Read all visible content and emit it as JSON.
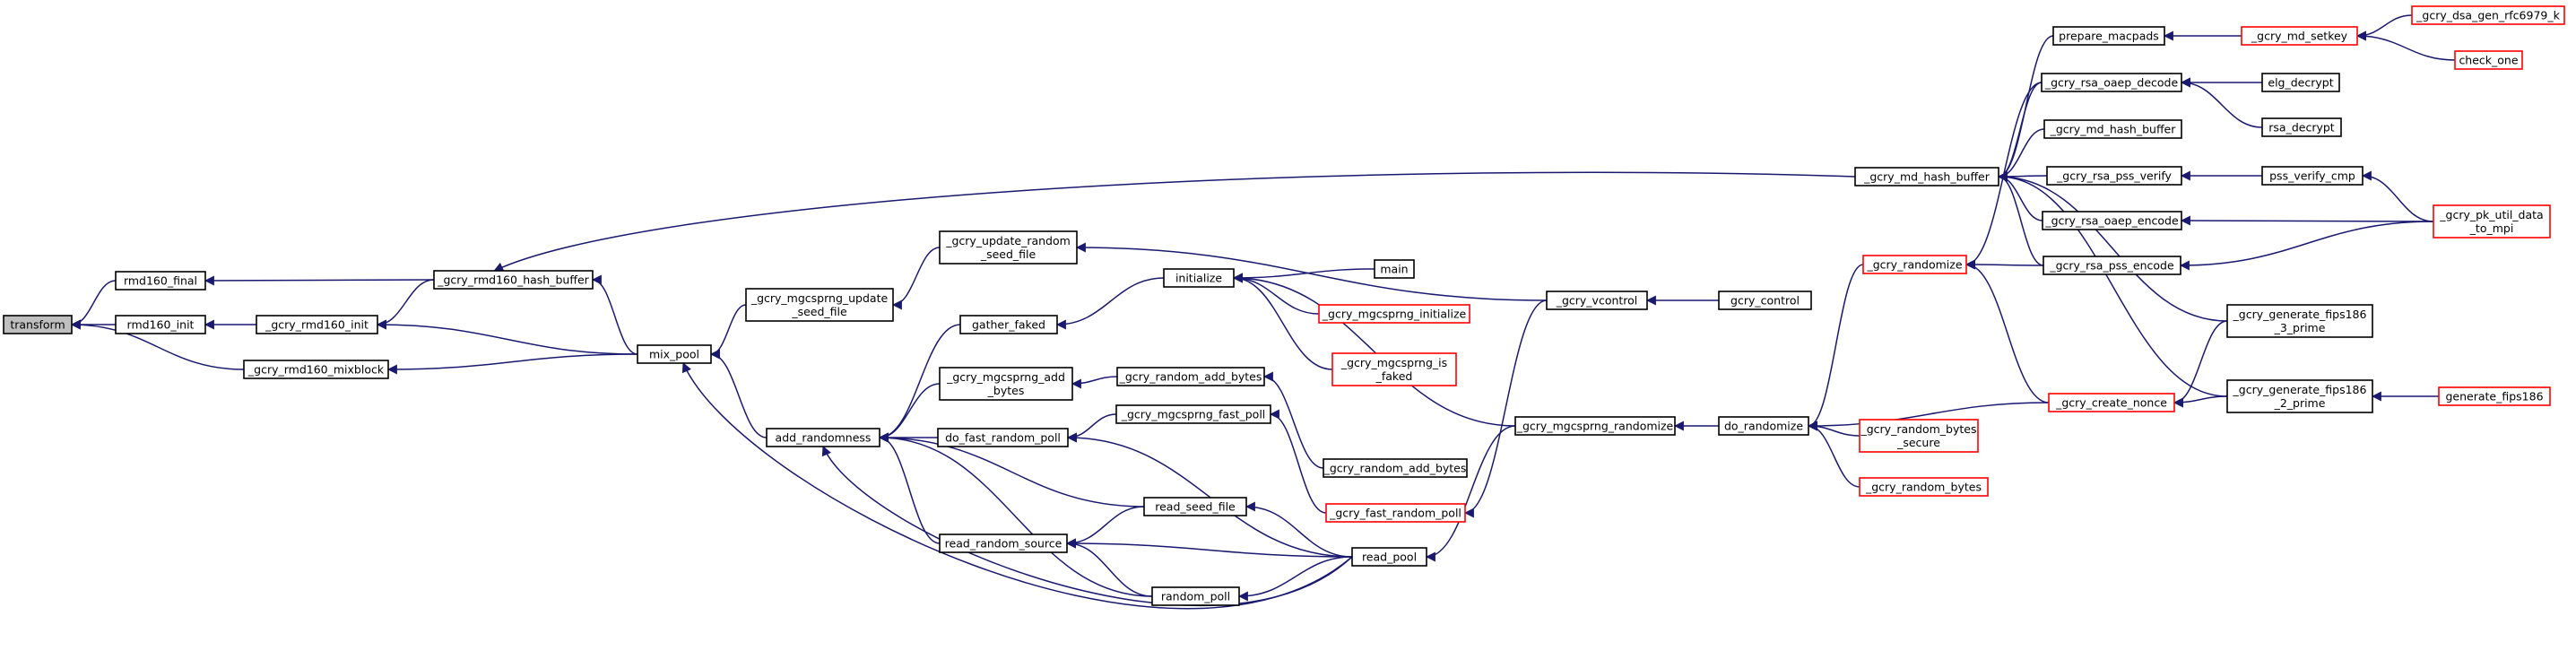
{
  "colors": {
    "root_fill": "#bfbfbf",
    "node_fill": "#ffffff",
    "normal_border": "#000000",
    "truncated_border": "#ff0000",
    "edge": "#191970"
  },
  "nodes": [
    {
      "id": "transform",
      "lines": [
        "transform"
      ],
      "root": true
    },
    {
      "id": "rmd160_final",
      "lines": [
        "rmd160_final"
      ]
    },
    {
      "id": "rmd160_init",
      "lines": [
        "rmd160_init"
      ]
    },
    {
      "id": "gcry_rmd160_mixblock",
      "lines": [
        "_gcry_rmd160_mixblock"
      ]
    },
    {
      "id": "gcry_rmd160_hash_buffer",
      "lines": [
        "_gcry_rmd160_hash_buffer"
      ]
    },
    {
      "id": "gcry_rmd160_init",
      "lines": [
        "_gcry_rmd160_init"
      ]
    },
    {
      "id": "mix_pool",
      "lines": [
        "mix_pool"
      ]
    },
    {
      "id": "gcry_mgcsprng_update_seed_file",
      "lines": [
        "_gcry_mgcsprng_update",
        "_seed_file"
      ]
    },
    {
      "id": "gcry_update_random_seed_file",
      "lines": [
        "_gcry_update_random",
        "_seed_file"
      ]
    },
    {
      "id": "add_randomness",
      "lines": [
        "add_randomness"
      ]
    },
    {
      "id": "gather_faked",
      "lines": [
        "gather_faked"
      ]
    },
    {
      "id": "gcry_mgcsprng_add_bytes",
      "lines": [
        "_gcry_mgcsprng_add",
        "_bytes"
      ]
    },
    {
      "id": "do_fast_random_poll",
      "lines": [
        "do_fast_random_poll"
      ]
    },
    {
      "id": "read_random_source",
      "lines": [
        "read_random_source"
      ]
    },
    {
      "id": "read_seed_file",
      "lines": [
        "read_seed_file"
      ]
    },
    {
      "id": "random_poll",
      "lines": [
        "random_poll"
      ]
    },
    {
      "id": "read_pool",
      "lines": [
        "read_pool"
      ]
    },
    {
      "id": "initialize",
      "lines": [
        "initialize"
      ]
    },
    {
      "id": "main",
      "lines": [
        "main"
      ]
    },
    {
      "id": "gcry_mgcsprng_initialize",
      "lines": [
        "_gcry_mgcsprng_initialize"
      ],
      "truncated": true
    },
    {
      "id": "gcry_mgcsprng_is_faked",
      "lines": [
        "_gcry_mgcsprng_is",
        "_faked"
      ],
      "truncated": true
    },
    {
      "id": "gcry_random_add_bytes1",
      "lines": [
        "_gcry_random_add_bytes"
      ]
    },
    {
      "id": "gcry_mgcsprng_fast_poll",
      "lines": [
        "_gcry_mgcsprng_fast_poll"
      ]
    },
    {
      "id": "gcry_random_add_bytes2",
      "lines": [
        "_gcry_random_add_bytes"
      ]
    },
    {
      "id": "gcry_fast_random_poll",
      "lines": [
        "_gcry_fast_random_poll"
      ],
      "truncated": true
    },
    {
      "id": "gcry_vcontrol",
      "lines": [
        "_gcry_vcontrol"
      ]
    },
    {
      "id": "gcry_control",
      "lines": [
        "gcry_control"
      ]
    },
    {
      "id": "gcry_mgcsprng_randomize",
      "lines": [
        "_gcry_mgcsprng_randomize"
      ]
    },
    {
      "id": "do_randomize",
      "lines": [
        "do_randomize"
      ]
    },
    {
      "id": "gcry_randomize",
      "lines": [
        "_gcry_randomize"
      ],
      "truncated": true
    },
    {
      "id": "gcry_random_bytes_secure",
      "lines": [
        "_gcry_random_bytes",
        "_secure"
      ],
      "truncated": true
    },
    {
      "id": "gcry_random_bytes",
      "lines": [
        "_gcry_random_bytes"
      ],
      "truncated": true
    },
    {
      "id": "gcry_md_hash_buffer",
      "lines": [
        "_gcry_md_hash_buffer"
      ]
    },
    {
      "id": "prepare_macpads",
      "lines": [
        "prepare_macpads"
      ]
    },
    {
      "id": "gcry_md_setkey",
      "lines": [
        "_gcry_md_setkey"
      ],
      "truncated": true
    },
    {
      "id": "gcry_dsa_gen_rfc6979_k",
      "lines": [
        "_gcry_dsa_gen_rfc6979_k"
      ],
      "truncated": true
    },
    {
      "id": "check_one",
      "lines": [
        "check_one"
      ],
      "truncated": true
    },
    {
      "id": "gcry_rsa_oaep_decode",
      "lines": [
        "_gcry_rsa_oaep_decode"
      ]
    },
    {
      "id": "elg_decrypt",
      "lines": [
        "elg_decrypt"
      ]
    },
    {
      "id": "rsa_decrypt",
      "lines": [
        "rsa_decrypt"
      ]
    },
    {
      "id": "gcry_md_hash_buffer2",
      "lines": [
        "_gcry_md_hash_buffer"
      ]
    },
    {
      "id": "gcry_rsa_pss_verify",
      "lines": [
        "_gcry_rsa_pss_verify"
      ]
    },
    {
      "id": "pss_verify_cmp",
      "lines": [
        "pss_verify_cmp"
      ]
    },
    {
      "id": "gcry_rsa_oaep_encode",
      "lines": [
        "_gcry_rsa_oaep_encode"
      ]
    },
    {
      "id": "gcry_pk_util_data_to_mpi",
      "lines": [
        "_gcry_pk_util_data",
        "_to_mpi"
      ],
      "truncated": true
    },
    {
      "id": "gcry_rsa_pss_encode",
      "lines": [
        "_gcry_rsa_pss_encode"
      ]
    },
    {
      "id": "gcry_create_nonce",
      "lines": [
        "_gcry_create_nonce"
      ],
      "truncated": true
    },
    {
      "id": "gcry_generate_fips186_3_prime",
      "lines": [
        "_gcry_generate_fips186",
        "_3_prime"
      ]
    },
    {
      "id": "gcry_generate_fips186_2_prime",
      "lines": [
        "_gcry_generate_fips186",
        "_2_prime"
      ]
    },
    {
      "id": "generate_fips186",
      "lines": [
        "generate_fips186"
      ],
      "truncated": true
    }
  ],
  "edges": [
    {
      "from": "transform",
      "to": "rmd160_final"
    },
    {
      "from": "transform",
      "to": "rmd160_init"
    },
    {
      "from": "transform",
      "to": "gcry_rmd160_mixblock"
    },
    {
      "from": "rmd160_final",
      "to": "gcry_rmd160_hash_buffer"
    },
    {
      "from": "rmd160_init",
      "to": "gcry_rmd160_init"
    },
    {
      "from": "gcry_rmd160_init",
      "to": "gcry_rmd160_hash_buffer"
    },
    {
      "from": "gcry_rmd160_init",
      "to": "mix_pool"
    },
    {
      "from": "gcry_rmd160_mixblock",
      "to": "mix_pool"
    },
    {
      "from": "gcry_rmd160_hash_buffer",
      "to": "mix_pool"
    },
    {
      "from": "gcry_rmd160_hash_buffer",
      "to": "gcry_md_hash_buffer"
    },
    {
      "from": "mix_pool",
      "to": "gcry_mgcsprng_update_seed_file"
    },
    {
      "from": "mix_pool",
      "to": "add_randomness"
    },
    {
      "from": "mix_pool",
      "to": "read_pool"
    },
    {
      "from": "gcry_mgcsprng_update_seed_file",
      "to": "gcry_update_random_seed_file"
    },
    {
      "from": "gcry_update_random_seed_file",
      "to": "gcry_vcontrol"
    },
    {
      "from": "add_randomness",
      "to": "gather_faked"
    },
    {
      "from": "add_randomness",
      "to": "gcry_mgcsprng_add_bytes"
    },
    {
      "from": "add_randomness",
      "to": "do_fast_random_poll"
    },
    {
      "from": "add_randomness",
      "to": "read_random_source"
    },
    {
      "from": "add_randomness",
      "to": "read_seed_file"
    },
    {
      "from": "add_randomness",
      "to": "random_poll"
    },
    {
      "from": "add_randomness",
      "to": "read_pool"
    },
    {
      "from": "gather_faked",
      "to": "initialize"
    },
    {
      "from": "gcry_mgcsprng_add_bytes",
      "to": "gcry_random_add_bytes1"
    },
    {
      "from": "do_fast_random_poll",
      "to": "gcry_mgcsprng_fast_poll"
    },
    {
      "from": "do_fast_random_poll",
      "to": "read_pool"
    },
    {
      "from": "read_random_source",
      "to": "read_seed_file"
    },
    {
      "from": "read_random_source",
      "to": "random_poll"
    },
    {
      "from": "read_random_source",
      "to": "read_pool"
    },
    {
      "from": "read_seed_file",
      "to": "read_pool"
    },
    {
      "from": "random_poll",
      "to": "read_pool"
    },
    {
      "from": "initialize",
      "to": "main"
    },
    {
      "from": "initialize",
      "to": "gcry_mgcsprng_initialize"
    },
    {
      "from": "initialize",
      "to": "gcry_mgcsprng_is_faked"
    },
    {
      "from": "initialize",
      "to": "gcry_mgcsprng_randomize"
    },
    {
      "from": "gcry_random_add_bytes1",
      "to": "gcry_random_add_bytes2"
    },
    {
      "from": "gcry_mgcsprng_fast_poll",
      "to": "gcry_fast_random_poll"
    },
    {
      "from": "read_pool",
      "to": "gcry_mgcsprng_randomize"
    },
    {
      "from": "gcry_fast_random_poll",
      "to": "gcry_vcontrol"
    },
    {
      "from": "gcry_vcontrol",
      "to": "gcry_control"
    },
    {
      "from": "gcry_mgcsprng_randomize",
      "to": "do_randomize"
    },
    {
      "from": "do_randomize",
      "to": "gcry_randomize"
    },
    {
      "from": "do_randomize",
      "to": "gcry_create_nonce"
    },
    {
      "from": "do_randomize",
      "to": "gcry_random_bytes_secure"
    },
    {
      "from": "do_randomize",
      "to": "gcry_random_bytes"
    },
    {
      "from": "gcry_randomize",
      "to": "gcry_rsa_oaep_decode"
    },
    {
      "from": "gcry_randomize",
      "to": "gcry_rsa_pss_encode"
    },
    {
      "from": "gcry_randomize",
      "to": "gcry_create_nonce"
    },
    {
      "from": "gcry_md_hash_buffer",
      "to": "prepare_macpads"
    },
    {
      "from": "gcry_md_hash_buffer",
      "to": "gcry_rsa_oaep_decode"
    },
    {
      "from": "gcry_md_hash_buffer",
      "to": "gcry_md_hash_buffer2"
    },
    {
      "from": "gcry_md_hash_buffer",
      "to": "gcry_rsa_pss_verify"
    },
    {
      "from": "gcry_md_hash_buffer",
      "to": "gcry_rsa_oaep_encode"
    },
    {
      "from": "gcry_md_hash_buffer",
      "to": "gcry_rsa_pss_encode"
    },
    {
      "from": "gcry_md_hash_buffer",
      "to": "gcry_generate_fips186_3_prime"
    },
    {
      "from": "gcry_md_hash_buffer",
      "to": "gcry_generate_fips186_2_prime"
    },
    {
      "from": "prepare_macpads",
      "to": "gcry_md_setkey"
    },
    {
      "from": "gcry_md_setkey",
      "to": "gcry_dsa_gen_rfc6979_k"
    },
    {
      "from": "gcry_md_setkey",
      "to": "check_one"
    },
    {
      "from": "gcry_rsa_oaep_decode",
      "to": "elg_decrypt"
    },
    {
      "from": "gcry_rsa_oaep_decode",
      "to": "rsa_decrypt"
    },
    {
      "from": "gcry_rsa_pss_verify",
      "to": "pss_verify_cmp"
    },
    {
      "from": "pss_verify_cmp",
      "to": "gcry_pk_util_data_to_mpi"
    },
    {
      "from": "gcry_rsa_oaep_encode",
      "to": "gcry_pk_util_data_to_mpi"
    },
    {
      "from": "gcry_rsa_pss_encode",
      "to": "gcry_pk_util_data_to_mpi"
    },
    {
      "from": "gcry_create_nonce",
      "to": "gcry_generate_fips186_3_prime"
    },
    {
      "from": "gcry_create_nonce",
      "to": "gcry_generate_fips186_2_prime"
    },
    {
      "from": "gcry_generate_fips186_2_prime",
      "to": "generate_fips186"
    }
  ]
}
